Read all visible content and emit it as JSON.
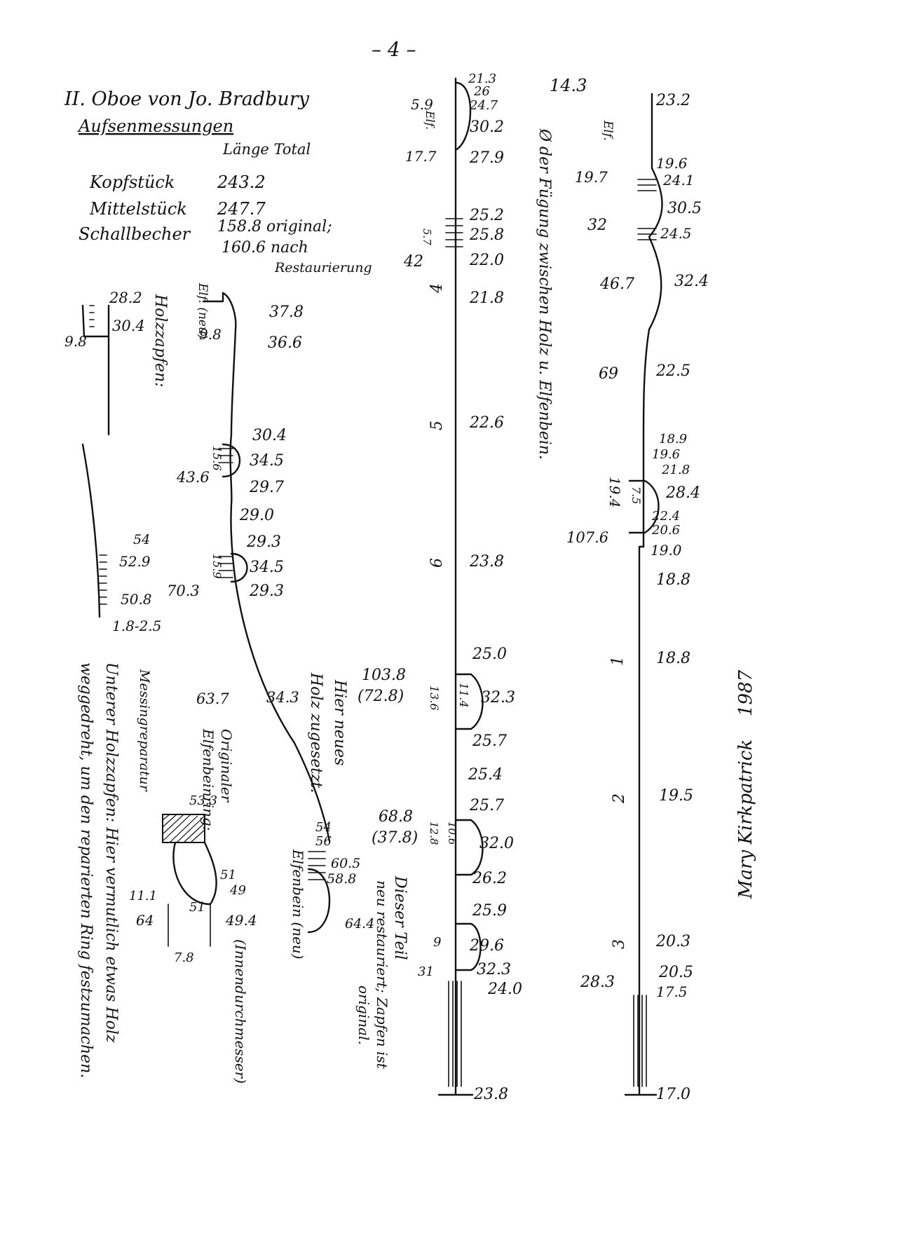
{
  "page_number": "– 4 –",
  "heading": {
    "title": "II. Oboe von Jo. Bradbury",
    "subtitle": "Aufsenmessungen",
    "length_header": "Länge Total",
    "rows": [
      {
        "part": "Kopfstück",
        "length": "243.2"
      },
      {
        "part": "Mittelstück",
        "length": "247.7"
      },
      {
        "part": "Schallbecher",
        "length": "158.8 original;"
      },
      {
        "part": "",
        "length": "160.6 nach"
      },
      {
        "part": "",
        "length": "Restaurierung"
      }
    ]
  },
  "notes": {
    "holzzapfen": "Holzzapfen:",
    "elf_neu": "Elf. (neu)",
    "unterer": "Unterer Holzzapfen: Hier vermutlich etwas Holz",
    "unterer2": "weggedreht, um den reparierten Ring festzumachen.",
    "messing": "Messingreparatur",
    "originaler": "Originaler",
    "elfenbeinring": "Elfenbeinring:",
    "innendurchmesser": "(Innendurchmesser)",
    "hier_neues": "Hier neues",
    "holz_zugesetzt": "Holz zugesetzt.",
    "elfenbein_neu": "Elfenbein (neu)",
    "dieser_teil": "Dieser Teil",
    "neu_restauriert": "neu restauriert; Zapfen ist",
    "original": "original.",
    "fugung": "Ø der Fügung zwischen Holz u. Elfenbein.",
    "elf": "Elf.",
    "signature": "Mary Kirkpatrick",
    "year": "1987"
  },
  "bell": {
    "labels": [
      "28.2",
      "30.4",
      "9.8",
      "54",
      "52.9",
      "50.8",
      "1.8-2.5"
    ]
  },
  "bell_main": {
    "labels": [
      "37.8",
      "9.8",
      "36.6",
      "30.4",
      "34.5",
      "15.6",
      "43.6",
      "29.7",
      "29.0",
      "29.3",
      "34.5",
      "15.9",
      "70.3",
      "29.3",
      "63.7",
      "34.3",
      "53.3",
      "51",
      "49",
      "11.1",
      "51",
      "64",
      "49.4",
      "7.8",
      "54",
      "56",
      "60.5",
      "58.8",
      "64.4"
    ]
  },
  "middle": {
    "labels": [
      "21.3",
      "26",
      "5.9",
      "24.7",
      "30.2",
      "17.7",
      "27.9",
      "25.2",
      "25.8",
      "5.7",
      "42",
      "22.0",
      "4",
      "21.8",
      "5",
      "22.6",
      "6",
      "23.8",
      "25.0",
      "103.8",
      "(72.8)",
      "13.6",
      "11.4",
      "32.3",
      "25.7",
      "25.4",
      "25.7",
      "68.8",
      "(37.8)",
      "12.8",
      "10.6",
      "32.0",
      "26.2",
      "25.9",
      "9",
      "29.6",
      "31",
      "32.3",
      "24.0",
      "23.8"
    ]
  },
  "top": {
    "labels": [
      "14.3",
      "23.2",
      "19.6",
      "19.7",
      "24.1",
      "30.5",
      "32",
      "24.5",
      "46.7",
      "32.4",
      "69",
      "22.5",
      "18.9",
      "19.6",
      "21.8",
      "19.4",
      "7.5",
      "28.4",
      "22.4",
      "20.6",
      "107.6",
      "19.0",
      "18.8",
      "1",
      "18.8",
      "2",
      "19.5",
      "3",
      "20.3",
      "20.5",
      "28.3",
      "17.5",
      "17.0"
    ]
  },
  "colors": {
    "ink": "#111111",
    "paper": "#ffffff"
  }
}
